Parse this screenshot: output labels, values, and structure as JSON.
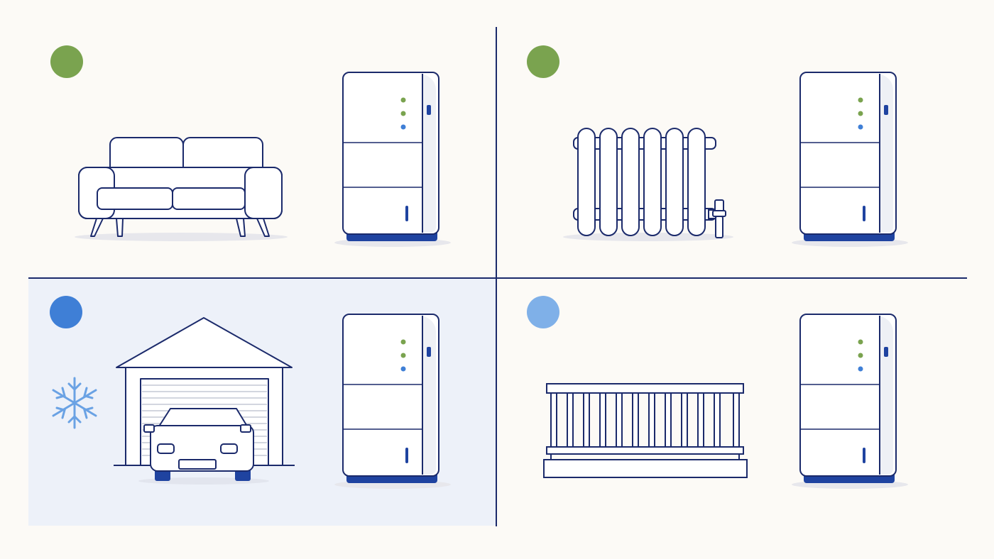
{
  "colors": {
    "background": "#fcfaf6",
    "line": "#1b2a6b",
    "unit_base": "#1f43a0",
    "dot_green": "#7aa34f",
    "dot_blue": "#3f7fd6",
    "dot_light_blue": "#7fb0e8",
    "cold_panel": "#edf1f9",
    "snowflake": "#6aa2e4",
    "shadow": "#e7e7ec"
  },
  "panels": [
    {
      "id": "living-room",
      "scene": "sofa",
      "indicator": "green",
      "cold_zone": false
    },
    {
      "id": "radiator-room",
      "scene": "radiator",
      "indicator": "green",
      "cold_zone": false
    },
    {
      "id": "garage",
      "scene": "garage-with-car",
      "indicator": "blue",
      "cold_zone": true,
      "icon": "snowflake-icon"
    },
    {
      "id": "balcony",
      "scene": "railing",
      "indicator": "light-blue",
      "cold_zone": false
    }
  ],
  "device": {
    "name": "battery-unit-icon",
    "status_leds": [
      "green",
      "green",
      "blue"
    ]
  }
}
